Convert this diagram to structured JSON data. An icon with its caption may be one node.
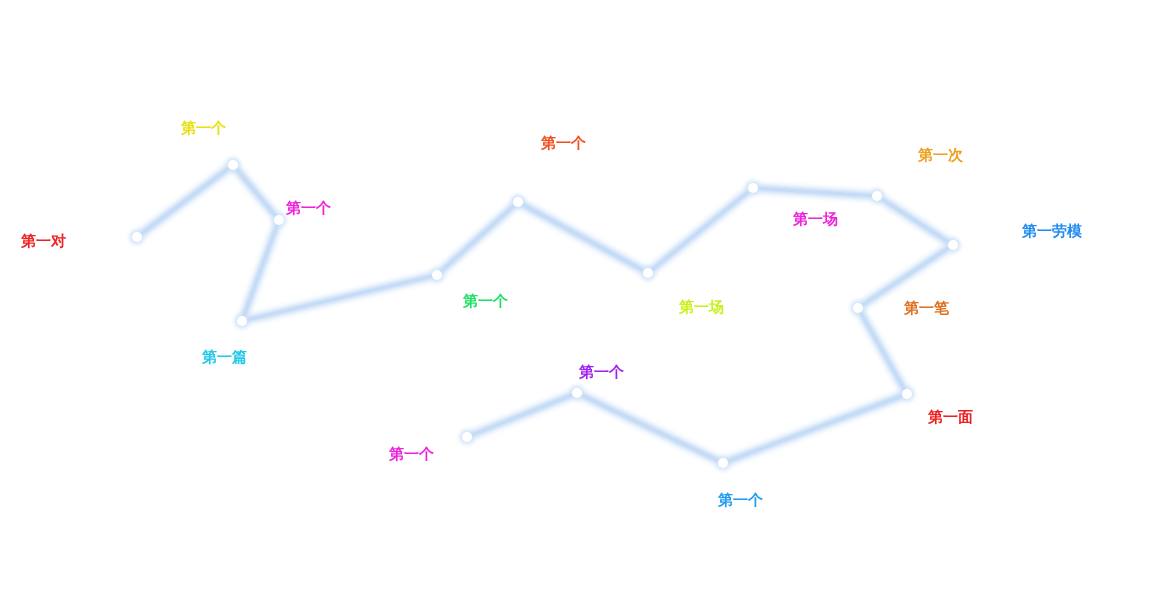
{
  "diagram": {
    "nodes": [
      {
        "text": [],
        "shape": "circle"
      },
      {
        "text": [],
        "shape": "circle",
        "beside": [
          "第一个"
        ]
      },
      {
        "text": [],
        "shape": "circle",
        "beside": [
          "第一个"
        ]
      },
      {
        "text": [],
        "shape": "circle",
        "beside": [
          "第一篇"
        ]
      },
      {
        "text": [],
        "shape": "circle",
        "beside": [
          "第一个"
        ]
      },
      {
        "text": [],
        "shape": "circle",
        "beside": [
          "第一个"
        ]
      },
      {
        "text": [],
        "shape": "circle",
        "beside": [
          "第一场"
        ]
      },
      {
        "text": [],
        "shape": "circle",
        "beside": [
          "第一场"
        ]
      },
      {
        "text": [],
        "shape": "circle",
        "beside": [
          "第一次"
        ]
      },
      {
        "text": [],
        "shape": "circle"
      },
      {
        "text": [],
        "shape": "circle",
        "beside": [
          "第一笔"
        ]
      },
      {
        "text": [],
        "shape": "circle",
        "beside": [
          "第一面"
        ]
      },
      {
        "text": [],
        "shape": "circle",
        "beside": [
          "第一个"
        ]
      },
      {
        "text": [],
        "shape": "circle",
        "beside": [
          "第一个"
        ]
      },
      {
        "text": [],
        "shape": "circle",
        "beside": [
          "第一个"
        ]
      }
    ],
    "edges": [
      {
        "from": 0,
        "to": 1,
        "arrow": "none"
      },
      {
        "from": 1,
        "to": 2,
        "arrow": "none"
      },
      {
        "from": 2,
        "to": 3,
        "arrow": "none"
      },
      {
        "from": 3,
        "to": 4,
        "arrow": "none"
      },
      {
        "from": 4,
        "to": 5,
        "arrow": "none"
      },
      {
        "from": 5,
        "to": 6,
        "arrow": "none"
      },
      {
        "from": 6,
        "to": 7,
        "arrow": "none"
      },
      {
        "from": 7,
        "to": 8,
        "arrow": "none"
      },
      {
        "from": 8,
        "to": 9,
        "arrow": "none"
      },
      {
        "from": 9,
        "to": 10,
        "arrow": "none"
      },
      {
        "from": 10,
        "to": 11,
        "arrow": "none"
      },
      {
        "from": 11,
        "to": 12,
        "arrow": "none"
      },
      {
        "from": 12,
        "to": 13,
        "arrow": "none"
      },
      {
        "from": 13,
        "to": 14,
        "arrow": "none"
      }
    ],
    "labels": [
      "第一劳模",
      "第一对"
    ]
  }
}
